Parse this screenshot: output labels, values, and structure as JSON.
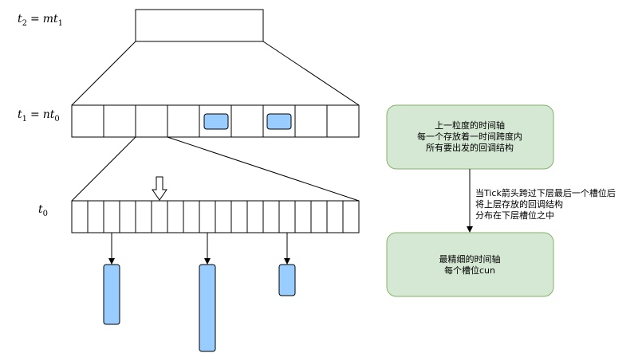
{
  "labels": {
    "t2": {
      "var": "t",
      "sub": "2",
      "eq": "=",
      "rhs_var": "mt",
      "rhs_sub": "1"
    },
    "t1": {
      "var": "t",
      "sub": "1",
      "eq": "=",
      "rhs_var": "nt",
      "rhs_sub": "0"
    },
    "t0": {
      "var": "t",
      "sub": "0"
    }
  },
  "notes": {
    "upper": [
      "上一粒度的时间轴",
      "每一个存放着一时间跨度内",
      "所有要出发的回调结构"
    ],
    "transfer": [
      "当Tick箭头跨过下层最后一个槽位后",
      "将上层存放的回调结构",
      "分布在下层槽位之中"
    ],
    "lower": [
      "最精细的时间轴",
      "每个槽位cun"
    ]
  },
  "colors": {
    "note_fill": "#d5e8d4",
    "note_stroke": "#82b366",
    "item_fill": "#99ccff",
    "item_stroke": "#000000"
  }
}
